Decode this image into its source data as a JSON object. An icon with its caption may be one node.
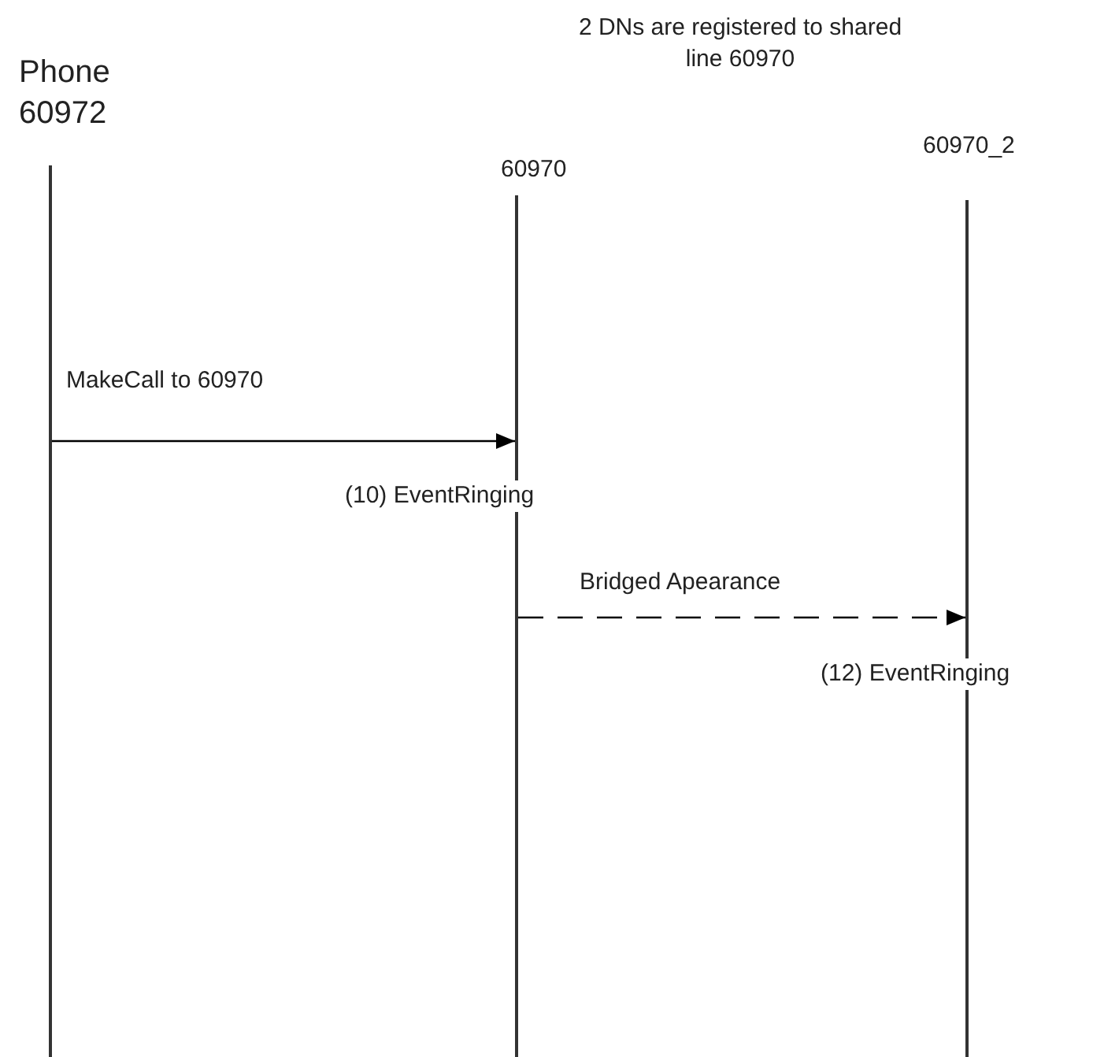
{
  "diagram": {
    "nodes": [
      {
        "text": [
          "Phone 60972"
        ]
      },
      {
        "text": [
          "60970"
        ]
      },
      {
        "text": [
          "60970_2"
        ]
      }
    ],
    "edges": [
      {
        "from": 0,
        "to": 1,
        "arrow": "to",
        "label": "MakeCall to 60970"
      },
      {
        "from": 1,
        "to": 2,
        "arrow": "to",
        "label": "Bridged Apearance",
        "style": "dashed"
      }
    ],
    "labels": [
      "2 DNs are  registered to shared line 60970",
      "(10) EventRinging",
      "(12) EventRinging"
    ]
  }
}
